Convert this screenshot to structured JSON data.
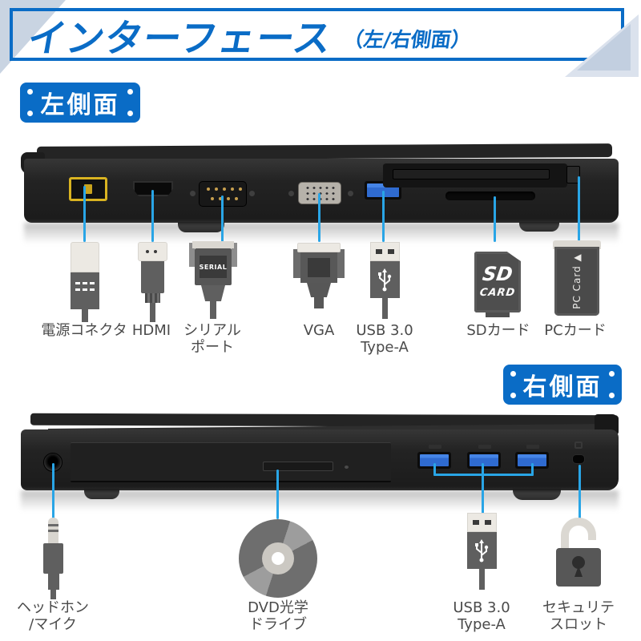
{
  "header": {
    "title": "インターフェース",
    "subtitle": "（左/右側面）"
  },
  "left_section": {
    "badge": "左側面",
    "serial_icon_text": "SERIAL",
    "sd_icon_text_line1": "SD",
    "sd_icon_text_line2": "CARD",
    "pc_card_icon_text": "PC Card ▲",
    "ports": [
      {
        "label_line1": "電源コネクタ",
        "label_line2": ""
      },
      {
        "label_line1": "HDMI",
        "label_line2": ""
      },
      {
        "label_line1": "シリアル",
        "label_line2": "ポート"
      },
      {
        "label_line1": "VGA",
        "label_line2": ""
      },
      {
        "label_line1": "USB 3.0",
        "label_line2": "Type-A"
      },
      {
        "label_line1": "SDカード",
        "label_line2": ""
      },
      {
        "label_line1": "PCカード",
        "label_line2": ""
      }
    ]
  },
  "right_section": {
    "badge": "右側面",
    "ports": [
      {
        "label_line1": "ヘッドホン",
        "label_line2": "/マイク"
      },
      {
        "label_line1": "DVD光学",
        "label_line2": "ドライブ"
      },
      {
        "label_line1": "USB 3.0",
        "label_line2": "Type-A"
      },
      {
        "label_line1": "セキュリテ",
        "label_line2": "スロット"
      }
    ]
  },
  "colors": {
    "primary_blue": "#0a6cc6",
    "callout_blue": "#29a5e6",
    "accent_light_blue": "#c9d4e2",
    "label_gray": "#4a4a4a",
    "usb_port_blue": "#2f6bd0",
    "power_port_yellow": "#d9b321"
  }
}
